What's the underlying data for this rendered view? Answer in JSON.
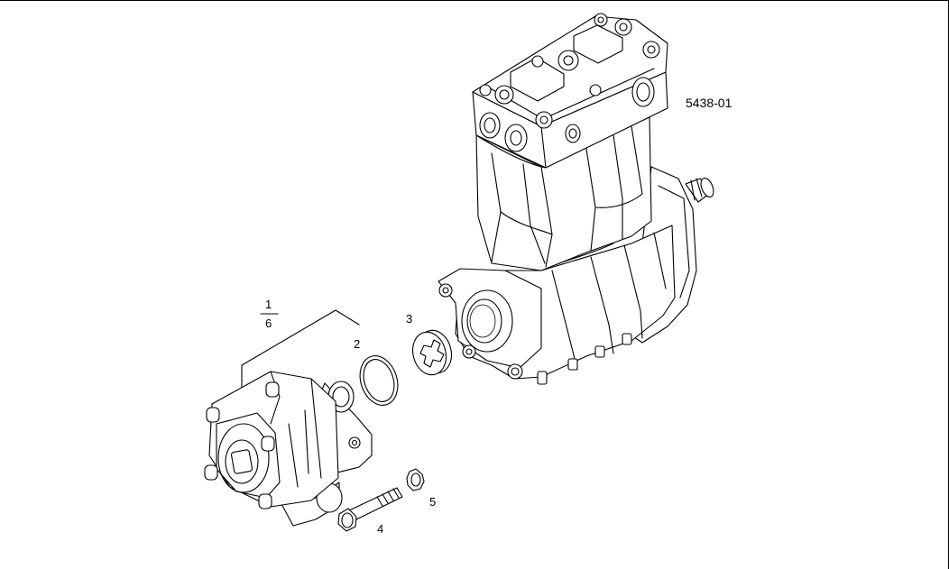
{
  "drawing": {
    "reference_code": "5438-01"
  },
  "callouts": {
    "group_top": "1",
    "group_bottom": "6",
    "item_2": "2",
    "item_3": "3",
    "item_4": "4",
    "item_5": "5"
  }
}
